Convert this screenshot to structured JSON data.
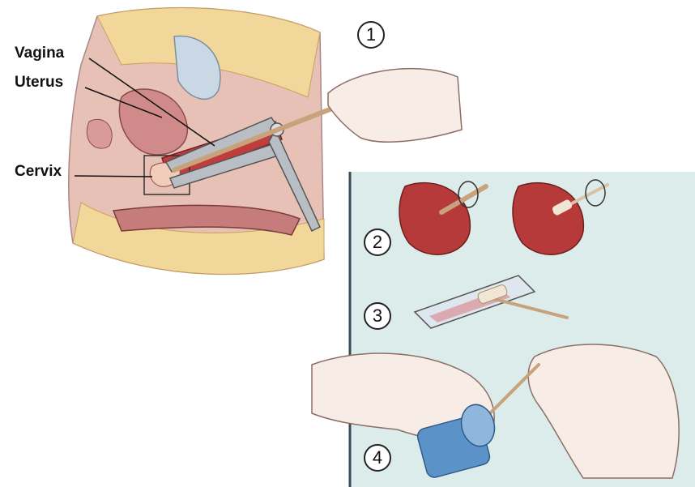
{
  "labels": {
    "vagina": "Vagina",
    "uterus": "Uterus",
    "cervix": "Cervix"
  },
  "steps": [
    "1",
    "2",
    "3",
    "4"
  ],
  "colors": {
    "panel": "#dcecea",
    "skin": "#efc9b3",
    "tissue": "#b8323a",
    "fat": "#f2d79a",
    "vial": "#5b93c8"
  }
}
